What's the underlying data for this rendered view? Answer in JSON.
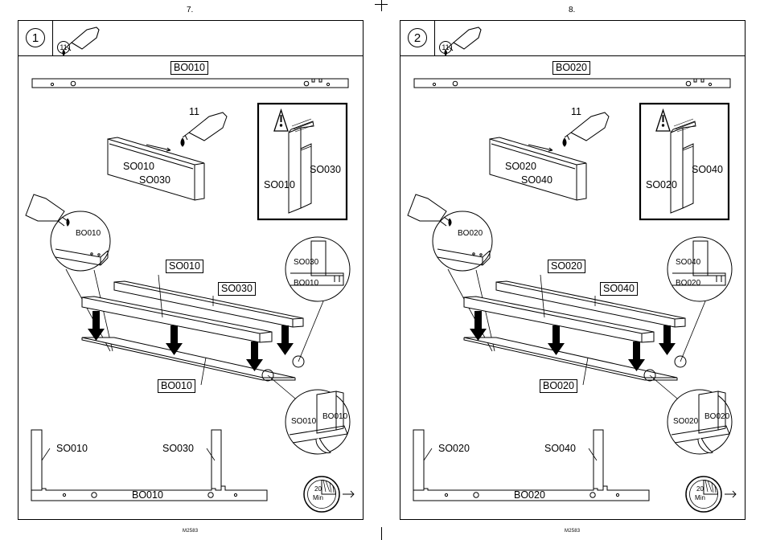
{
  "pages": [
    {
      "page_number": "7.",
      "footer": "M2583",
      "step": "1",
      "glue_num": "11",
      "board": "BO010",
      "rail_a": "SO010",
      "rail_b": "SO030",
      "glue_label": "11",
      "time_value": "20",
      "time_unit": "Min"
    },
    {
      "page_number": "8.",
      "footer": "M2583",
      "step": "2",
      "glue_num": "11",
      "board": "BO020",
      "rail_a": "SO020",
      "rail_b": "SO040",
      "glue_label": "11",
      "time_value": "20",
      "time_unit": "Min"
    }
  ]
}
